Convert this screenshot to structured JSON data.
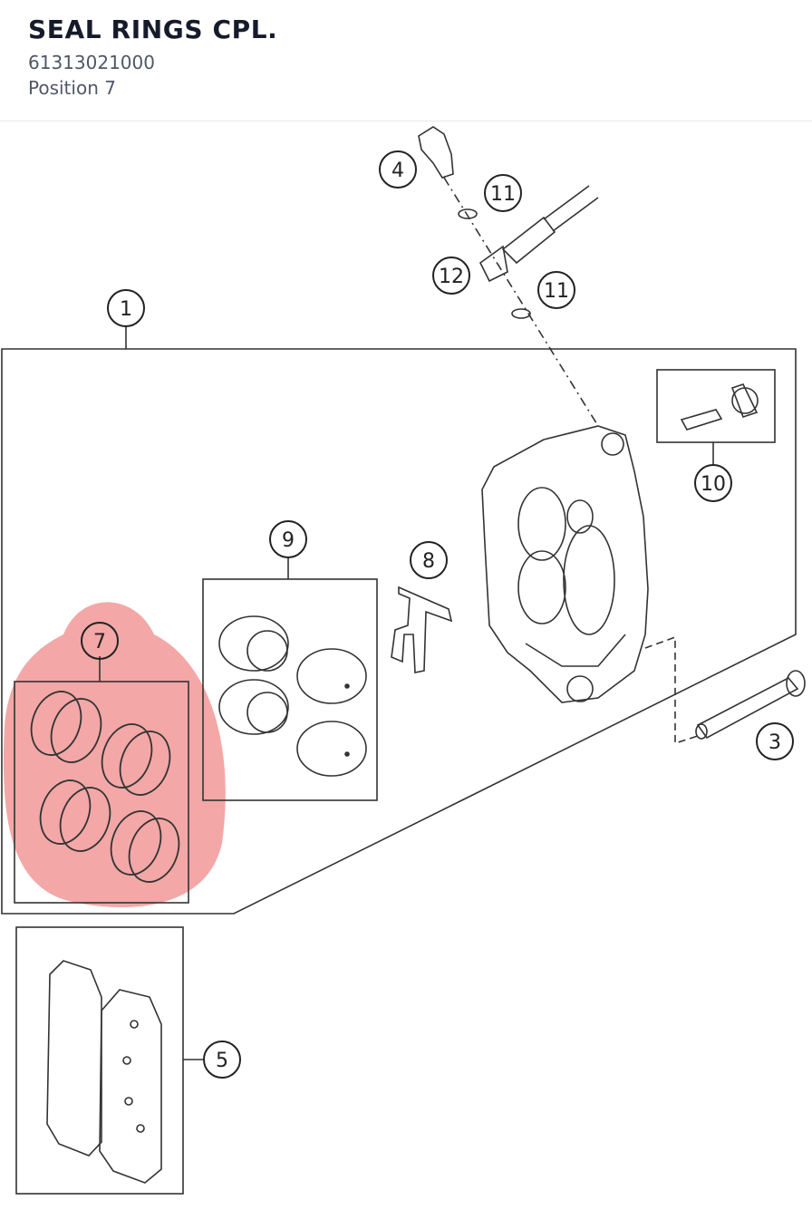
{
  "header": {
    "title": "SEAL RINGS CPL.",
    "part_number": "61313021000",
    "position": "Position 7"
  },
  "diagram": {
    "highlight_color": "#ef8a8a",
    "line_color": "#333333",
    "callouts": [
      "1",
      "3",
      "4",
      "5",
      "7",
      "8",
      "9",
      "10",
      "11",
      "11",
      "12"
    ],
    "selected_callout": "7"
  }
}
